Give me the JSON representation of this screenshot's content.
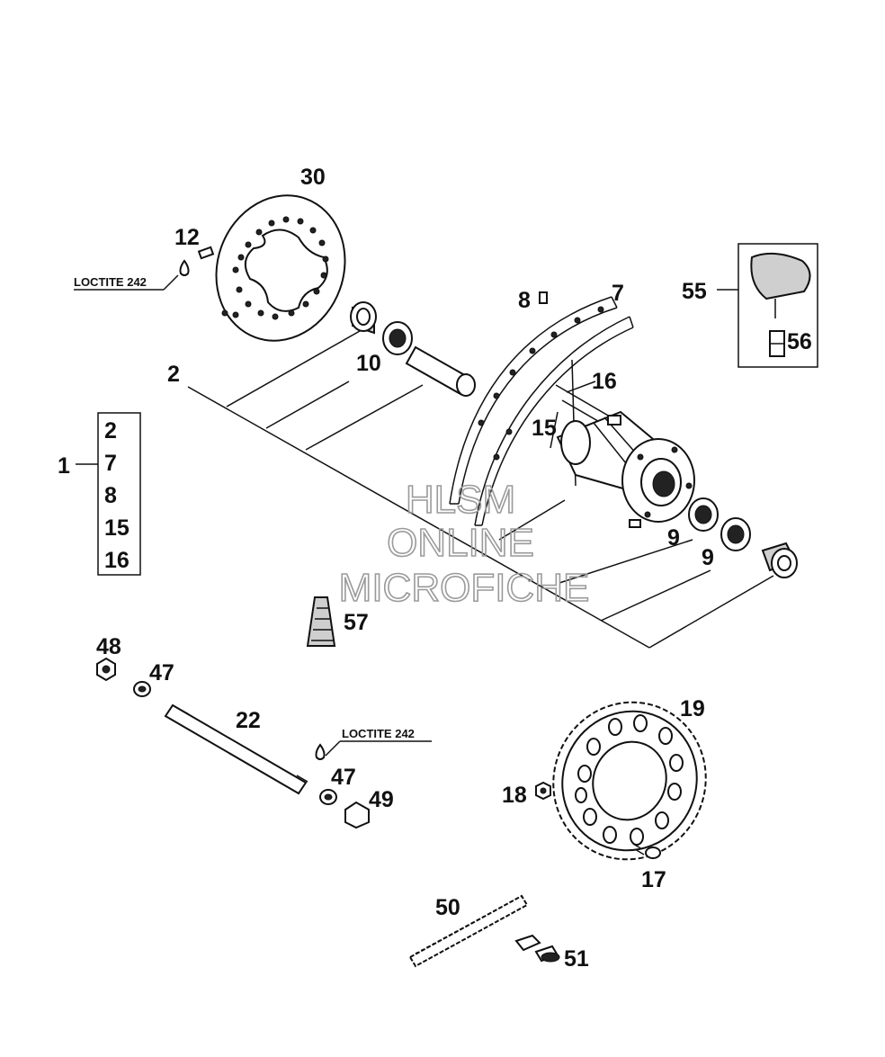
{
  "labels": {
    "n30": "30",
    "n12": "12",
    "n8": "8",
    "n7": "7",
    "n55": "55",
    "n56": "56",
    "n2": "2",
    "n10": "10",
    "n16": "16",
    "n15": "15",
    "n9a": "9",
    "n9b": "9",
    "n57": "57",
    "n48": "48",
    "n47a": "47",
    "n22": "22",
    "n47b": "47",
    "n49": "49",
    "n19": "19",
    "n18": "18",
    "n17": "17",
    "n50": "50",
    "n51": "51",
    "n1": "1"
  },
  "kit_box": {
    "items": [
      "2",
      "7",
      "8",
      "15",
      "16"
    ]
  },
  "loctite": {
    "top": "LOCTITE 242",
    "axle": "LOCTITE 242"
  },
  "watermark": {
    "line1": "HLSM",
    "line2": "ONLINE",
    "line3": "MICROFICHE"
  }
}
